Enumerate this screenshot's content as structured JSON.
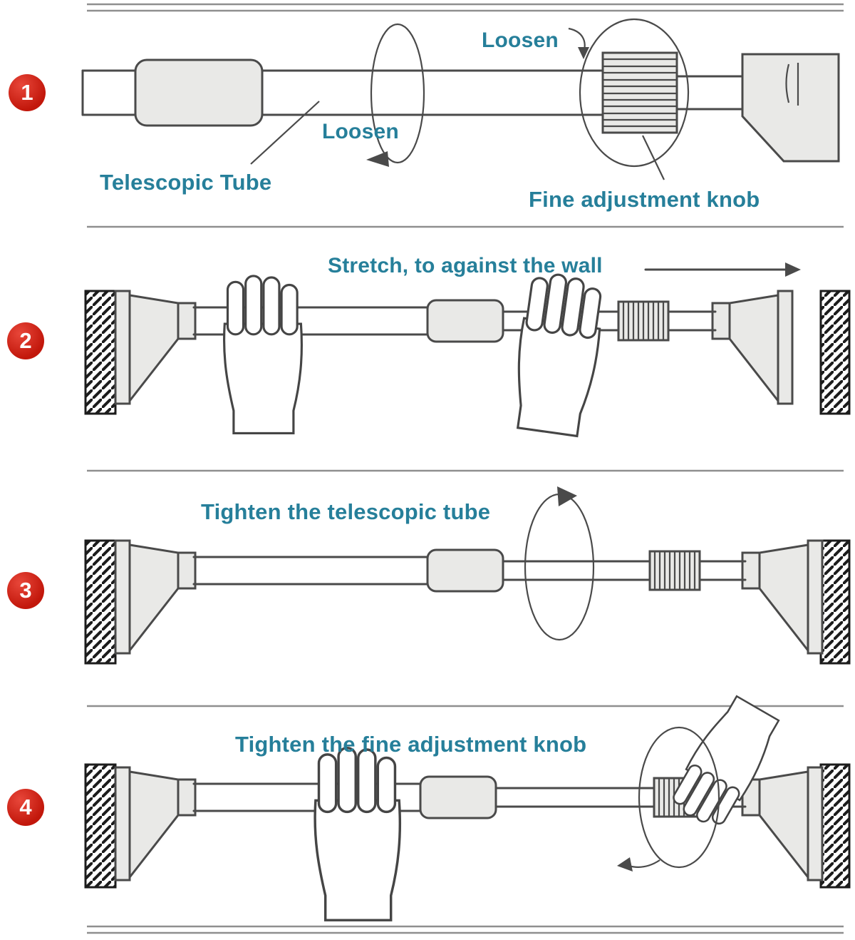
{
  "colors": {
    "accent_text": "#267f9a",
    "badge_red": "#d2251a",
    "line": "#4a4a4a",
    "wall": "#1c1c1c",
    "part_fill": "#e9e9e7"
  },
  "glyphs": {
    "rotation_arrow": "curved-ellipse-arrow",
    "stretch_arrow": "right-arrow"
  },
  "steps": [
    {
      "number": "1",
      "labels": {
        "loosen_top": "Loosen",
        "loosen_mid": "Loosen",
        "telescopic_tube": "Telescopic Tube",
        "fine_adjustment_knob": "Fine adjustment knob"
      }
    },
    {
      "number": "2",
      "labels": {
        "stretch": "Stretch, to against the wall"
      }
    },
    {
      "number": "3",
      "labels": {
        "tighten_tube": "Tighten the telescopic tube"
      }
    },
    {
      "number": "4",
      "labels": {
        "tighten_knob": "Tighten the fine adjustment knob"
      }
    }
  ]
}
